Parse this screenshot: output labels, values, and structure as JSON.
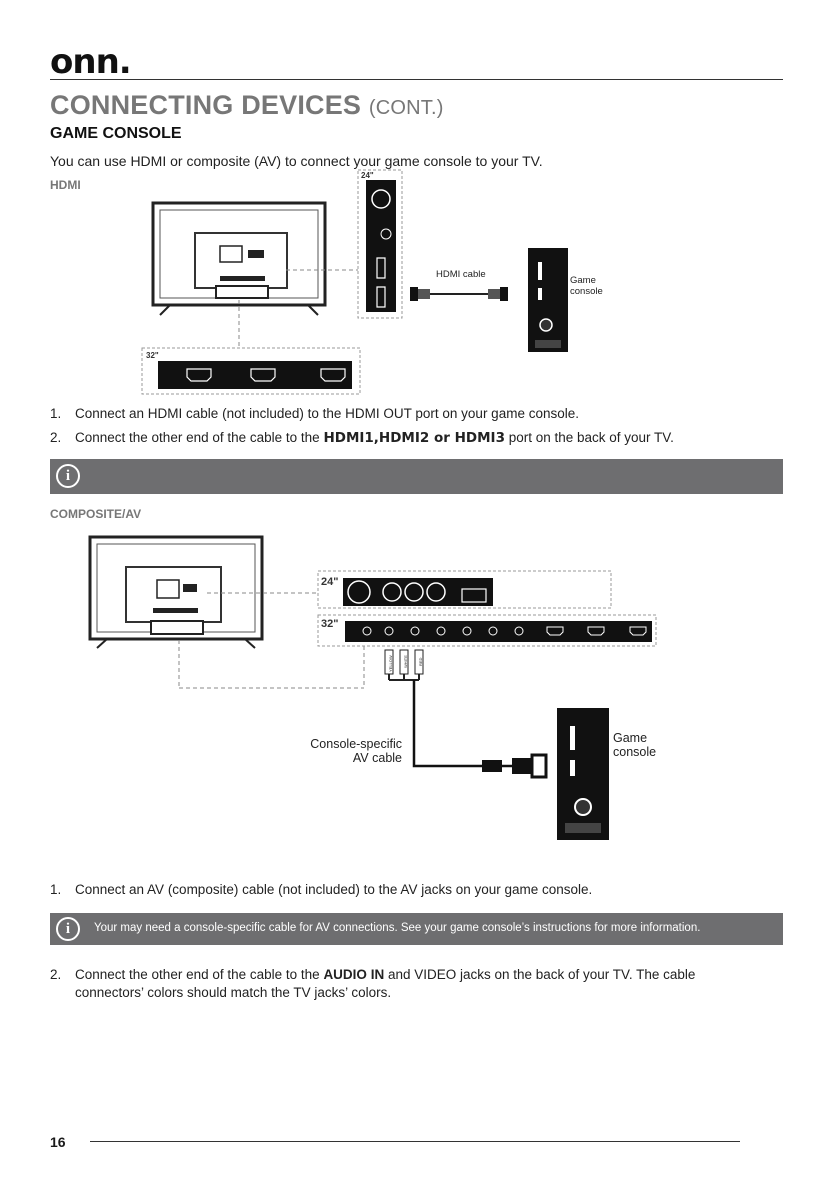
{
  "header": {
    "logo": "onn."
  },
  "title": {
    "main": "CONNECTING DEVICES",
    "cont": "(CONT.)"
  },
  "section": {
    "heading": "GAME CONSOLE",
    "intro": "You can use HDMI or composite (AV) to connect your game console to your TV."
  },
  "hdmi": {
    "subheading": "HDMI",
    "labels": {
      "size24": "24\"",
      "size32": "32\"",
      "cable": "HDMI cable",
      "console_line1": "Game",
      "console_line2": "console"
    },
    "steps": [
      {
        "num": "1.",
        "text": "Connect an HDMI cable (not included) to the HDMI OUT port on your game console."
      },
      {
        "num": "2.",
        "pre": "Connect the other end of the cable to the ",
        "bold": "HDMI1,HDMI2 or HDMI3",
        "post": " port on the back of your TV."
      }
    ]
  },
  "composite": {
    "subheading": "COMPOSITE/AV",
    "labels": {
      "size24": "24\"",
      "size32": "32\"",
      "cable_line1": "Console-specific",
      "cable_line2": "AV cable",
      "console_line1": "Game",
      "console_line2": "console",
      "plug_yellow": "YELLOW",
      "plug_white": "WHITE",
      "plug_red": "RED"
    },
    "steps": [
      {
        "num": "1.",
        "text": "Connect an AV (composite) cable (not included) to the AV jacks on your game console."
      },
      {
        "num": "2.",
        "pre": "Connect the other end of the cable to the ",
        "bold": "AUDIO IN",
        "post": " and VIDEO jacks on the back of your TV. The cable",
        "line2": "connectors’ colors should match the TV jacks’ colors."
      }
    ],
    "note": "Your may need a console-specific cable for AV connections. See your game console’s instructions for more information."
  },
  "footer": {
    "page": "16"
  },
  "icons": [
    "info-icon",
    "hdmi-port-icon",
    "tv-back-icon",
    "game-console-icon",
    "hdmi-plug-icon",
    "rca-plug-icon"
  ]
}
